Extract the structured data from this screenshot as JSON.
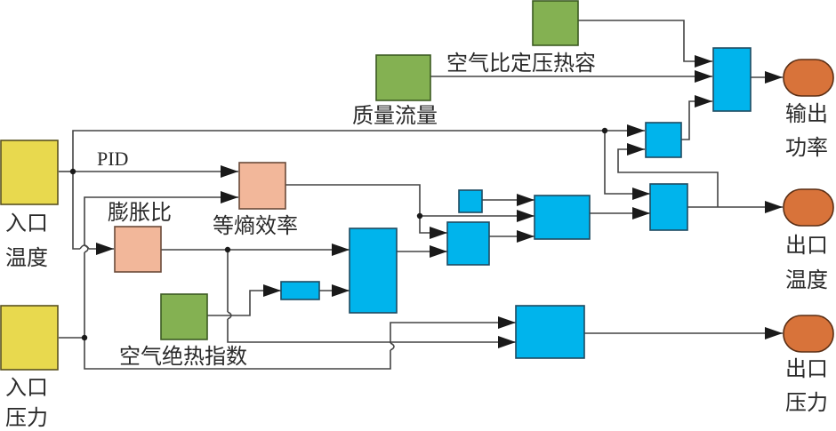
{
  "title": "Turbine simulation block diagram",
  "colors": {
    "input": "#e8d94e",
    "input_border": "#5a5220",
    "constant": "#84b152",
    "constant_border": "#3c5a22",
    "calc": "#f2b79a",
    "calc_border": "#6a4a3a",
    "op": "#00b4ec",
    "op_border": "#1e4a60",
    "output": "#d8733a",
    "output_border": "#5a2e14",
    "wire": "#444444",
    "arrow": "#1a1a1a"
  },
  "inputs": [
    {
      "id": "inlet-temp",
      "label_line1": "入口",
      "label_line2": "温度"
    },
    {
      "id": "inlet-pressure",
      "label_line1": "入口",
      "label_line2": "压力"
    }
  ],
  "constants": [
    {
      "id": "air-cp",
      "label": "空气比定压热容"
    },
    {
      "id": "mass-flow",
      "label": "质量流量"
    },
    {
      "id": "air-adiabatic-index",
      "label": "空气绝热指数"
    }
  ],
  "calc_blocks": [
    {
      "id": "isentropic-efficiency",
      "label": "等熵效率"
    },
    {
      "id": "expansion-ratio",
      "label": "膨胀比"
    }
  ],
  "signal_labels": {
    "pid": "PID"
  },
  "outputs": [
    {
      "id": "output-power",
      "label_line1": "输出",
      "label_line2": "功率"
    },
    {
      "id": "outlet-temp",
      "label_line1": "出口",
      "label_line2": "温度"
    },
    {
      "id": "outlet-pressure",
      "label_line1": "出口",
      "label_line2": "压力"
    }
  ]
}
